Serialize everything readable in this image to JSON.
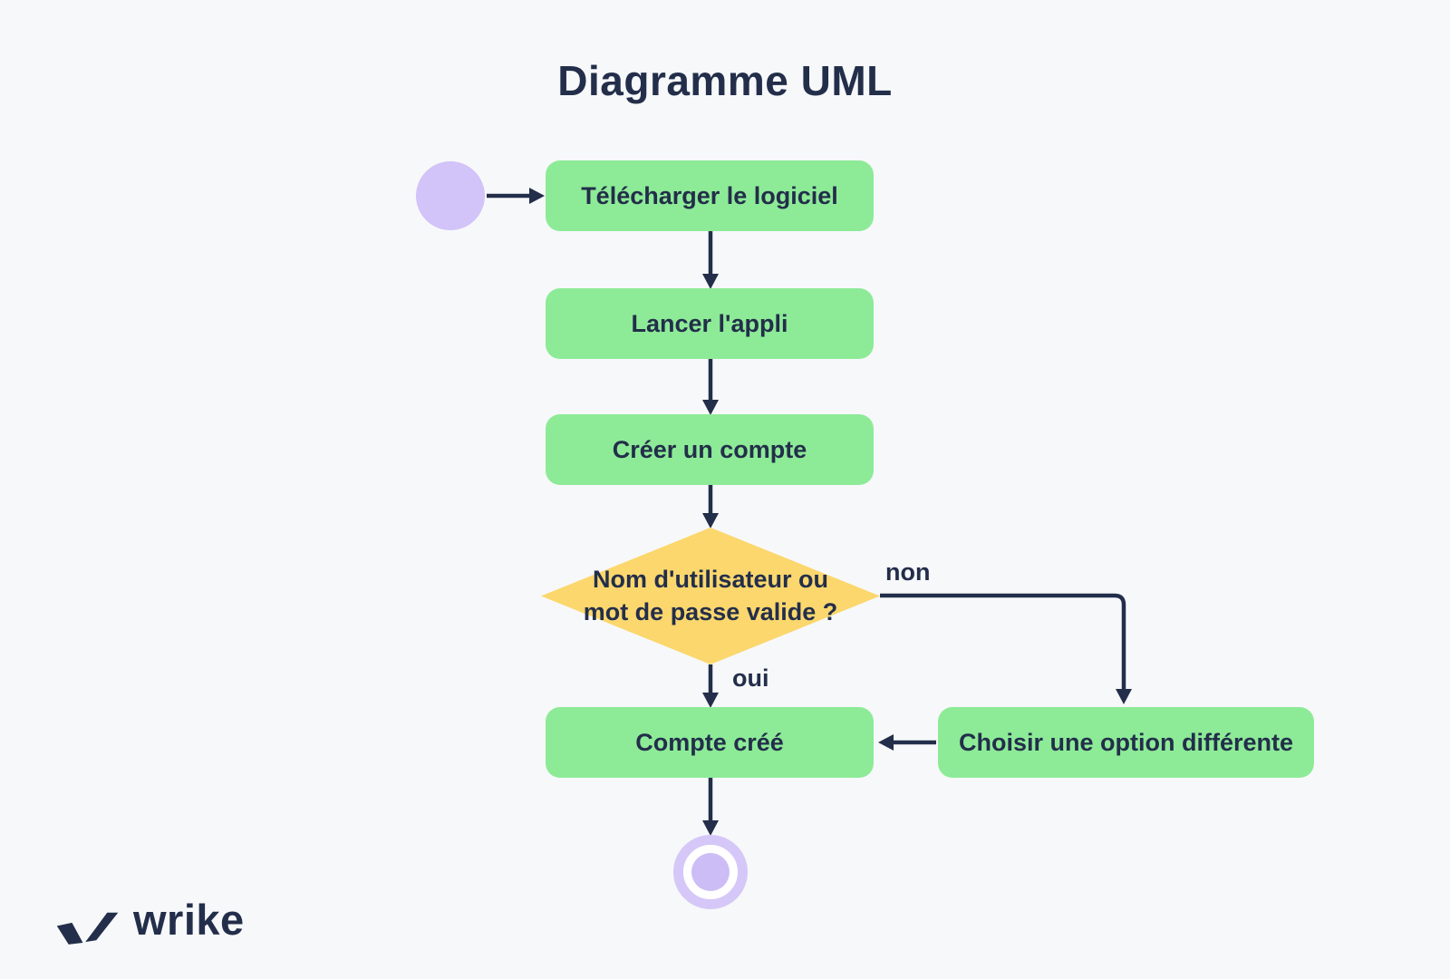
{
  "title": "Diagramme UML",
  "nodes": {
    "start": {
      "type": "initial-node"
    },
    "download": {
      "label": "Télécharger le logiciel"
    },
    "launch": {
      "label": "Lancer l'appli"
    },
    "create_account": {
      "label": "Créer un compte"
    },
    "decision": {
      "label": "Nom d'utilisateur ou mot de passe valide ?"
    },
    "account_created": {
      "label": "Compte créé"
    },
    "choose_other": {
      "label": "Choisir une option différente"
    },
    "end": {
      "type": "final-node"
    }
  },
  "edge_labels": {
    "no": "non",
    "yes": "oui"
  },
  "footer": {
    "brand": "wrike"
  },
  "colors": {
    "background": "#F7F8FA",
    "action_node": "#8DEB97",
    "decision_node": "#FBD76D",
    "terminal_node": "#D2C3F8",
    "end_ring": "#D5C8F8",
    "end_core": "#CDBDF6",
    "line": "#232E4A",
    "text": "#232E4A"
  }
}
